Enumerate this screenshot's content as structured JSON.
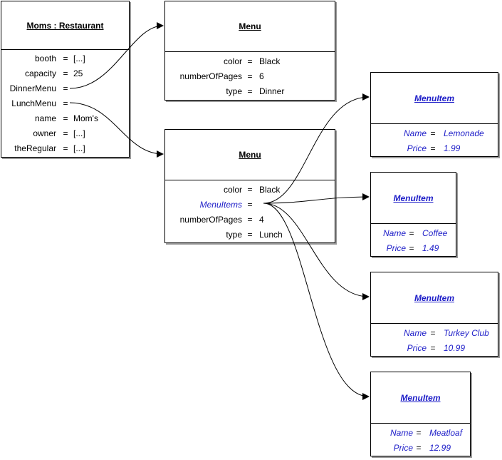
{
  "restaurant": {
    "title": "Moms : Restaurant",
    "attrs": [
      {
        "name": "booth",
        "value": "[...]"
      },
      {
        "name": "capacity",
        "value": "25"
      },
      {
        "name": "DinnerMenu",
        "value": ""
      },
      {
        "name": "LunchMenu",
        "value": ""
      },
      {
        "name": "name",
        "value": "Mom's"
      },
      {
        "name": "owner",
        "value": "[...]"
      },
      {
        "name": "theRegular",
        "value": "[...]"
      }
    ]
  },
  "dinner_menu": {
    "title": "Menu",
    "attrs": [
      {
        "name": "color",
        "value": "Black"
      },
      {
        "name": "numberOfPages",
        "value": "6"
      },
      {
        "name": "type",
        "value": "Dinner"
      }
    ]
  },
  "lunch_menu": {
    "title": "Menu",
    "attrs": [
      {
        "name": "color",
        "value": "Black"
      },
      {
        "name": "MenuItems",
        "value": ""
      },
      {
        "name": "numberOfPages",
        "value": "4"
      },
      {
        "name": "type",
        "value": "Lunch"
      }
    ]
  },
  "menu_items": [
    {
      "title": "MenuItem",
      "attrs": [
        {
          "name": "Name",
          "value": "Lemonade"
        },
        {
          "name": "Price",
          "value": "1.99"
        }
      ]
    },
    {
      "title": "MenuItem",
      "attrs": [
        {
          "name": "Name",
          "value": "Coffee"
        },
        {
          "name": "Price",
          "value": "1.49"
        }
      ]
    },
    {
      "title": "MenuItem",
      "attrs": [
        {
          "name": "Name",
          "value": "Turkey Club"
        },
        {
          "name": "Price",
          "value": "10.99"
        }
      ]
    },
    {
      "title": "MenuItem",
      "attrs": [
        {
          "name": "Name",
          "value": "Meatloaf"
        },
        {
          "name": "Price",
          "value": "12.99"
        }
      ]
    }
  ],
  "equals": "=",
  "colors": {
    "link_text": "#1d1dc8",
    "border": "#000000",
    "shadow": "#9a9a9a"
  }
}
